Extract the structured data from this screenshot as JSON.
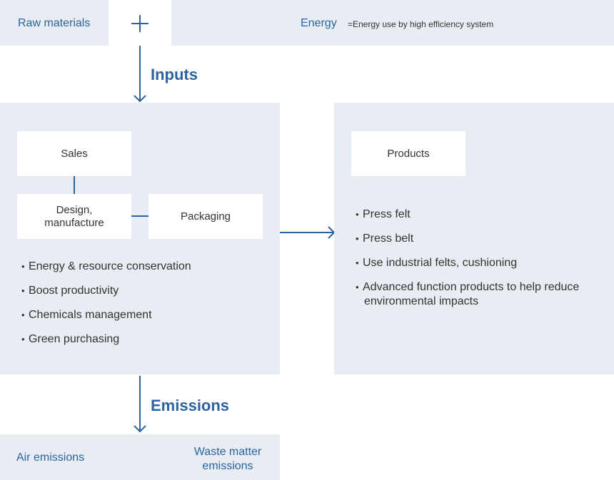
{
  "inputs_bar": {
    "raw_materials": "Raw materials",
    "energy": "Energy",
    "energy_note": "=Energy use by high efficiency system"
  },
  "inputs_heading": "Inputs",
  "process": {
    "sales": "Sales",
    "design_line1": "Design,",
    "design_line2": "manufacture",
    "packaging": "Packaging",
    "bullets": [
      "Energy & resource conservation",
      "Boost productivity",
      "Chemicals management",
      "Green purchasing"
    ]
  },
  "products": {
    "title": "Products",
    "bullets": [
      "Press felt",
      "Press belt",
      "Use industrial felts, cushioning"
    ],
    "bullet4_line1": "Advanced function products to help reduce",
    "bullet4_line2": "environmental impacts"
  },
  "emissions_heading": "Emissions",
  "emissions_bar": {
    "air": "Air emissions",
    "waste_line1": "Waste matter",
    "waste_line2": "emissions"
  },
  "colors": {
    "accent": "#2e62a0",
    "panel": "#e7edf3",
    "text": "#333333"
  }
}
